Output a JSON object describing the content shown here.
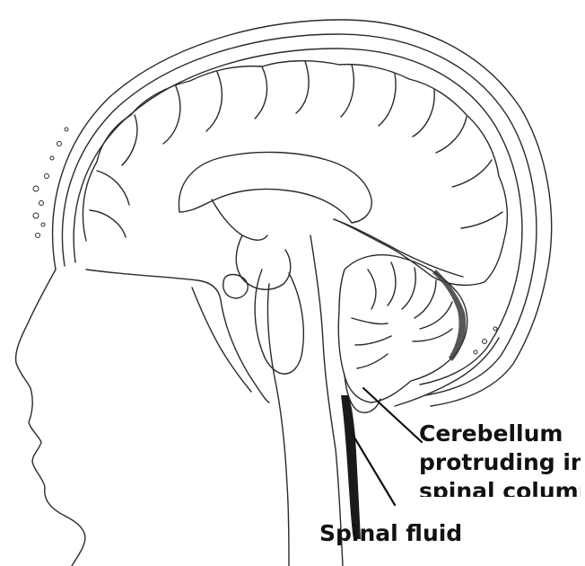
{
  "diagram": {
    "labels": {
      "cerebellum": [
        "Cerebellum",
        "protruding in",
        "spinal column"
      ],
      "spinal_fluid": "Spinal fluid"
    },
    "colors": {
      "line": "#2a2a2a",
      "background": "#ffffff",
      "fluid": "#1a1a1a"
    }
  }
}
